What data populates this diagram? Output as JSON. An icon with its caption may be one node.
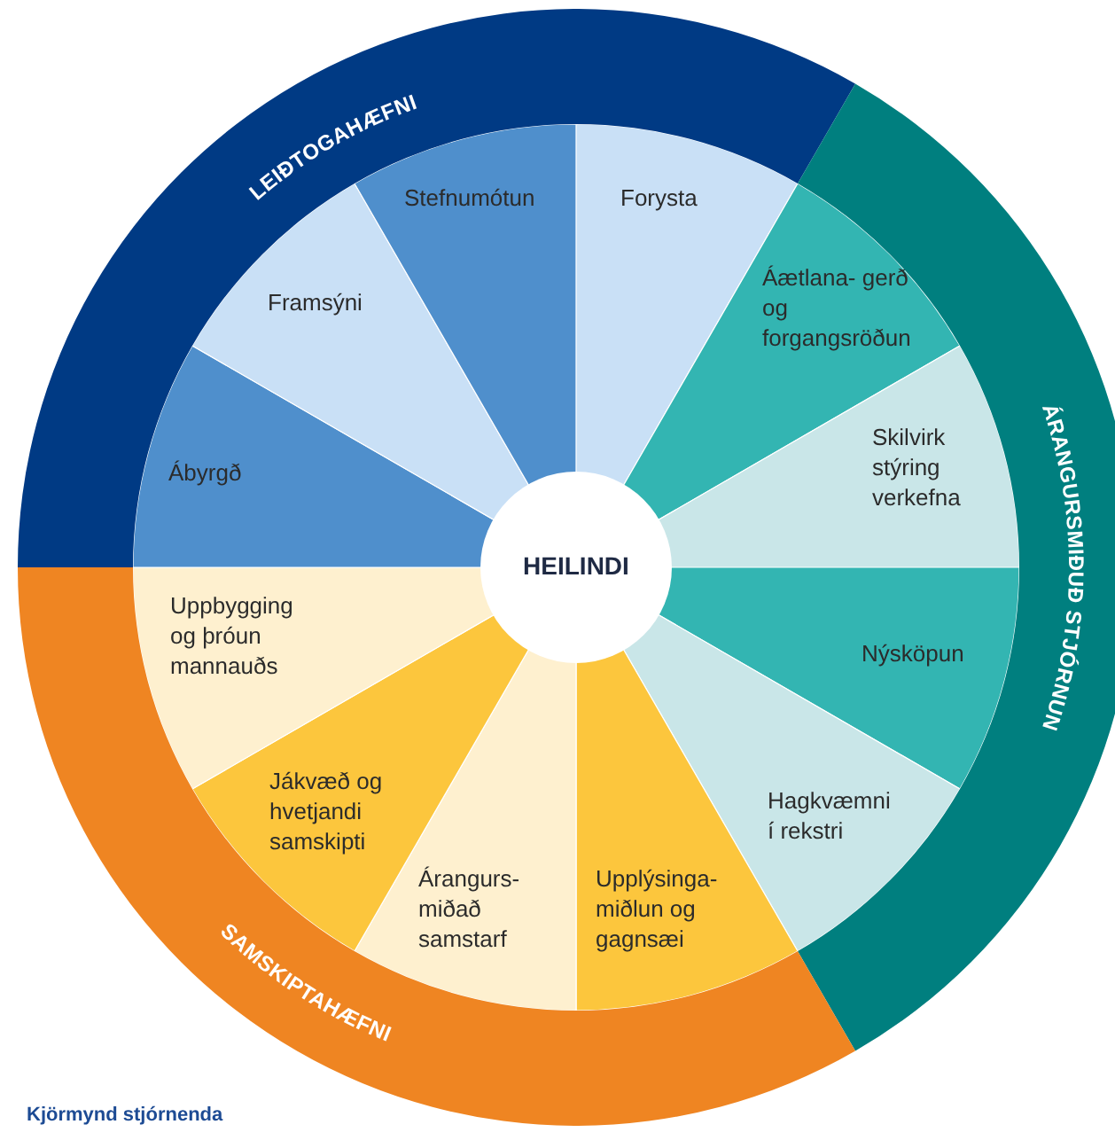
{
  "diagram": {
    "caption": "Kjörmynd stjórnenda",
    "nodes": [
      {
        "text": [
          "LEIÐTOGAHÆFNI"
        ]
      },
      {
        "text": [
          "ÁRANGURSMIÐUÐ STJÓRNUN"
        ]
      },
      {
        "text": [
          "SAMSKIPTAHÆFNI"
        ]
      },
      {
        "text": [
          "Forysta"
        ]
      },
      {
        "text": [
          "Áætlana- gerð og forgangsröðun"
        ]
      },
      {
        "text": [
          "Skilvirk stýring verkefna"
        ]
      },
      {
        "text": [
          "Nýsköpun"
        ]
      },
      {
        "text": [
          "Hagkvæmni í rekstri"
        ]
      },
      {
        "text": [
          "Upplýsinga- miðlun og gagnsæi"
        ]
      },
      {
        "text": [
          "Árangurs- miðað samstarf"
        ]
      },
      {
        "text": [
          "Jákvæð og hvetjandi samskipti"
        ]
      },
      {
        "text": [
          "Uppbygging og þróun mannauðs"
        ]
      },
      {
        "text": [
          "Ábyrgð"
        ]
      },
      {
        "text": [
          "Framsýni"
        ]
      },
      {
        "text": [
          "Stefnumótun"
        ]
      },
      {
        "text": [
          "HEILINDI"
        ]
      }
    ],
    "edges": []
  }
}
